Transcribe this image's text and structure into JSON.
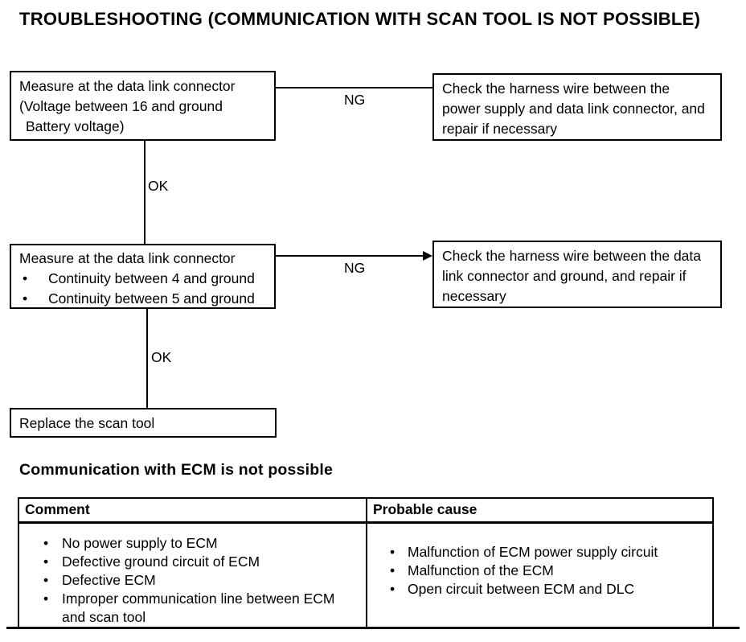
{
  "page": {
    "title": "TROUBLESHOOTING (COMMUNICATION WITH SCAN TOOL IS NOT POSSIBLE)"
  },
  "flowchart": {
    "step1": {
      "line1": "Measure at the data link connector",
      "line2": "(Voltage between 16 and ground",
      "line3": "Battery voltage)"
    },
    "ng1_label": "NG",
    "ng1_action": "Check the harness wire between the power supply and data link connector, and repair if necessary",
    "ok1_label": "OK",
    "step2": {
      "title": "Measure at the data link connector",
      "checks": [
        "Continuity between 4 and ground",
        "Continuity between 5 and ground"
      ]
    },
    "ng2_label": "NG",
    "ng2_action": "Check the harness wire between the data link connector and ground, and repair if necessary",
    "ok2_label": "OK",
    "final_action": "Replace the scan tool"
  },
  "section": {
    "heading": "Communication with ECM is not possible",
    "table": {
      "headers": [
        "Comment",
        "Probable cause"
      ],
      "comment_items": [
        "No power supply to ECM",
        "Defective ground circuit of ECM",
        "Defective ECM",
        "Improper communication line between ECM and scan tool"
      ],
      "probable_cause_items": [
        "Malfunction of ECM power supply circuit",
        "Malfunction of the ECM",
        "Open circuit between ECM and DLC"
      ]
    }
  },
  "colors": {
    "ink": "#000000",
    "background": "#ffffff"
  }
}
